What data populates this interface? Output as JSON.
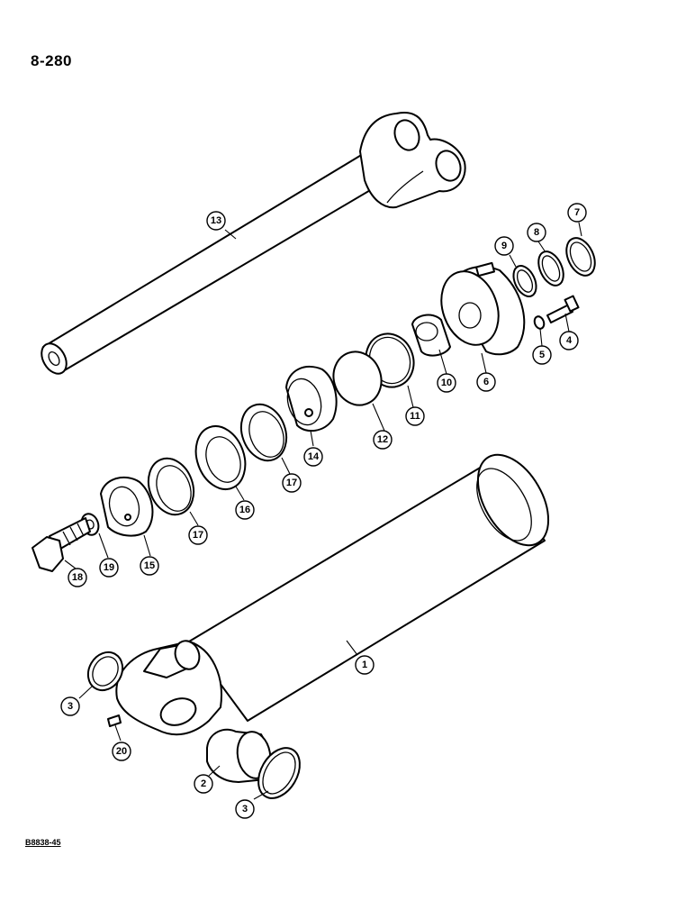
{
  "page": {
    "number": "8-280",
    "figure_code": "B8838-45"
  },
  "callouts": [
    {
      "id": "c1",
      "label": "1"
    },
    {
      "id": "c2",
      "label": "2"
    },
    {
      "id": "c3a",
      "label": "3"
    },
    {
      "id": "c3b",
      "label": "3"
    },
    {
      "id": "c4",
      "label": "4"
    },
    {
      "id": "c5",
      "label": "5"
    },
    {
      "id": "c6",
      "label": "6"
    },
    {
      "id": "c7",
      "label": "7"
    },
    {
      "id": "c8",
      "label": "8"
    },
    {
      "id": "c9",
      "label": "9"
    },
    {
      "id": "c10",
      "label": "10"
    },
    {
      "id": "c11",
      "label": "11"
    },
    {
      "id": "c12",
      "label": "12"
    },
    {
      "id": "c13",
      "label": "13"
    },
    {
      "id": "c14",
      "label": "14"
    },
    {
      "id": "c15",
      "label": "15"
    },
    {
      "id": "c16",
      "label": "16"
    },
    {
      "id": "c17a",
      "label": "17"
    },
    {
      "id": "c17b",
      "label": "17"
    },
    {
      "id": "c18",
      "label": "18"
    },
    {
      "id": "c19",
      "label": "19"
    },
    {
      "id": "c20",
      "label": "20"
    }
  ]
}
